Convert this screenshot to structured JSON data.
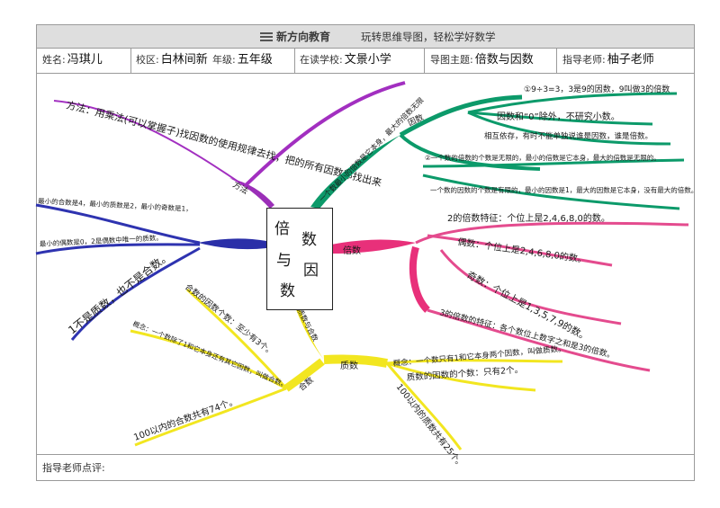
{
  "header": {
    "brand": "新方向教育",
    "slogan": "玩转思维导图，轻松学好数学"
  },
  "info": {
    "name_label": "姓名:",
    "name_value": "冯琪儿",
    "campus_label": "校区:",
    "campus_value": "白林间新",
    "grade_label": "年级:",
    "grade_value": "五年级",
    "school_label": "在读学校:",
    "school_value": "文景小学",
    "topic_label": "导图主题:",
    "topic_value": "倍数与因数",
    "teacher_label": "指导老师:",
    "teacher_value": "柚子老师"
  },
  "mindmap": {
    "center": [
      "倍",
      "数",
      "与",
      "因",
      "数"
    ],
    "branch_method": {
      "label": "方法",
      "text": "方法：用乘法(可以掌握子)找因数的使用规律去找，把的所有因数都找出来"
    },
    "branch_factor": {
      "label": "因数",
      "sub_top": "一个数最小的倍数是它本身，最大的倍数无限",
      "t1": "①9÷3=3，3是9的因数，9叫做3的倍数",
      "t2": "因数和“0”除外，不研究小数。",
      "t3": "相互依存，有时不能单独说谁是因数，谁是倍数。",
      "t4": "②一个数的倍数的个数是无限的，最小的倍数是它本身，最大的倍数是无限的。",
      "t5": "一个数的因数的个数是有限的，最小的因数是1，最大的因数是它本身，没有最大的倍数。"
    },
    "branch_multiple": {
      "label": "倍数",
      "t1": "2的倍数特征：个位上是2,4,6,8,0的数。",
      "t2": "偶数：个位上是2,4,6,8,0的数。",
      "t3": "奇数：个位上是1,3,5,7,9的数。",
      "t4": "3的倍数的特征：各个数位上数字之和是3的倍数。"
    },
    "branch_prime": {
      "label": "质数",
      "sub": "质数与合数",
      "t1": "概念：一个数只有1和它本身两个因数，叫做质数。",
      "t2": "质数的因数的个数：只有2个。",
      "t3": "100以内的质数共有25个。"
    },
    "branch_composite": {
      "label": "合数",
      "t1": "合数的因数个数：至少有3个。",
      "t2": "概念：一个数除了1和它本身还有其它因数，叫做合数。",
      "t3": "100以内的合数共有74个。"
    },
    "branch_left": {
      "t1": "最小的合数是4，最小的质数是2，最小的奇数是1，",
      "t2": "最小的偶数是0，2是偶数中唯一的质数。",
      "t3": "1不是质数，也不是合数。"
    }
  },
  "footer": {
    "comment_label": "指导老师点评:"
  }
}
